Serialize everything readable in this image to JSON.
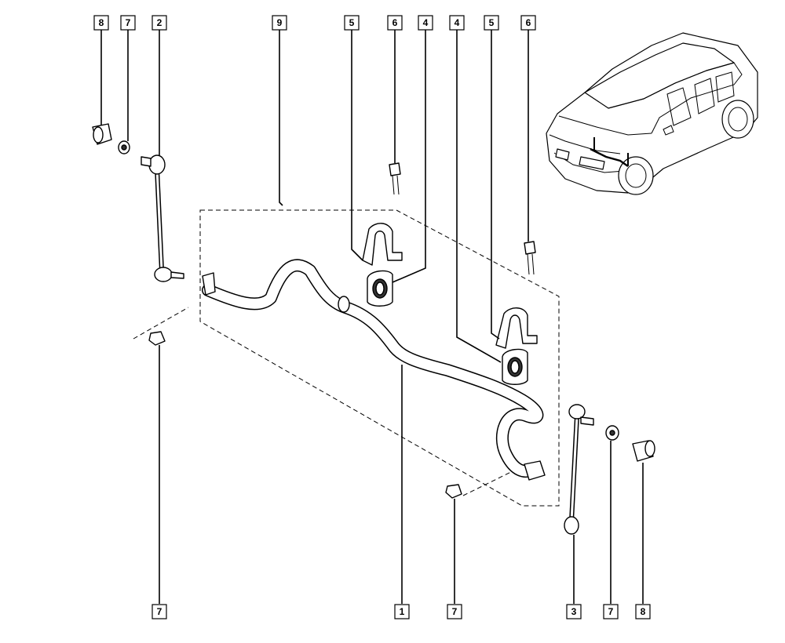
{
  "callouts": {
    "c8_top": "8",
    "c7_top_left": "7",
    "c2_top": "2",
    "c9_top": "9",
    "c5_top_a": "5",
    "c6_top_a": "6",
    "c4_top_a": "4",
    "c4_top_b": "4",
    "c5_top_b": "5",
    "c6_top_b": "6",
    "c7_bottom_left": "7",
    "c1_bottom": "1",
    "c7_bottom_mid": "7",
    "c3_bottom": "3",
    "c7_bottom_right": "7",
    "c8_bottom": "8"
  }
}
